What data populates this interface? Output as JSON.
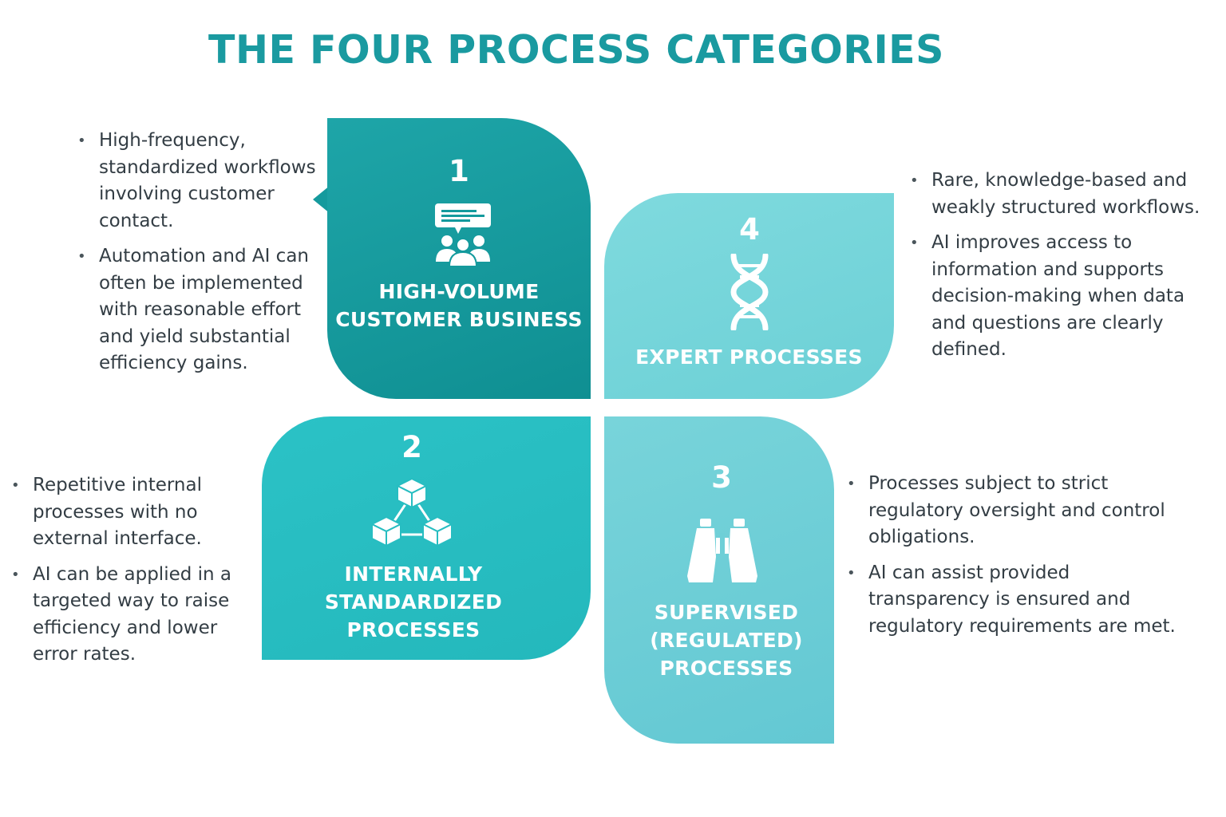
{
  "title": "THE FOUR PROCESS CATEGORIES",
  "colors": {
    "title": "#1a9aa0",
    "tile_1": "#139a9d",
    "tile_2": "#27bdc1",
    "tile_3": "#6ecfd7",
    "tile_4": "#78d6db",
    "text": "#333d44"
  },
  "categories": [
    {
      "number": "1",
      "label_lines": [
        "HIGH-VOLUME",
        "CUSTOMER BUSINESS"
      ],
      "icon": "customer-support-chat-icon",
      "bullets": [
        "High-frequency, standardized workflows involving customer contact.",
        "Automation and AI can often be implemented with reasonable effort and yield substantial efficiency gains."
      ]
    },
    {
      "number": "2",
      "label_lines": [
        "INTERNALLY",
        "STANDARDIZED",
        "PROCESSES"
      ],
      "icon": "connected-cubes-icon",
      "bullets": [
        "Repetitive internal processes with no external interface.",
        "AI can be applied in a targeted way to raise efficiency and lower error rates."
      ]
    },
    {
      "number": "3",
      "label_lines": [
        "SUPERVISED",
        "(REGULATED)",
        "PROCESSES"
      ],
      "icon": "binoculars-icon",
      "bullets": [
        "Processes subject to strict regulatory oversight and control obligations.",
        "AI can assist provided transparency is ensured and regulatory requirements are met."
      ]
    },
    {
      "number": "4",
      "label_lines": [
        "EXPERT PROCESSES"
      ],
      "icon": "dna-icon",
      "bullets": [
        "Rare, knowledge-based and weakly structured workflows.",
        "AI improves access to information and supports decision-making when data and questions are clearly defined."
      ]
    }
  ]
}
